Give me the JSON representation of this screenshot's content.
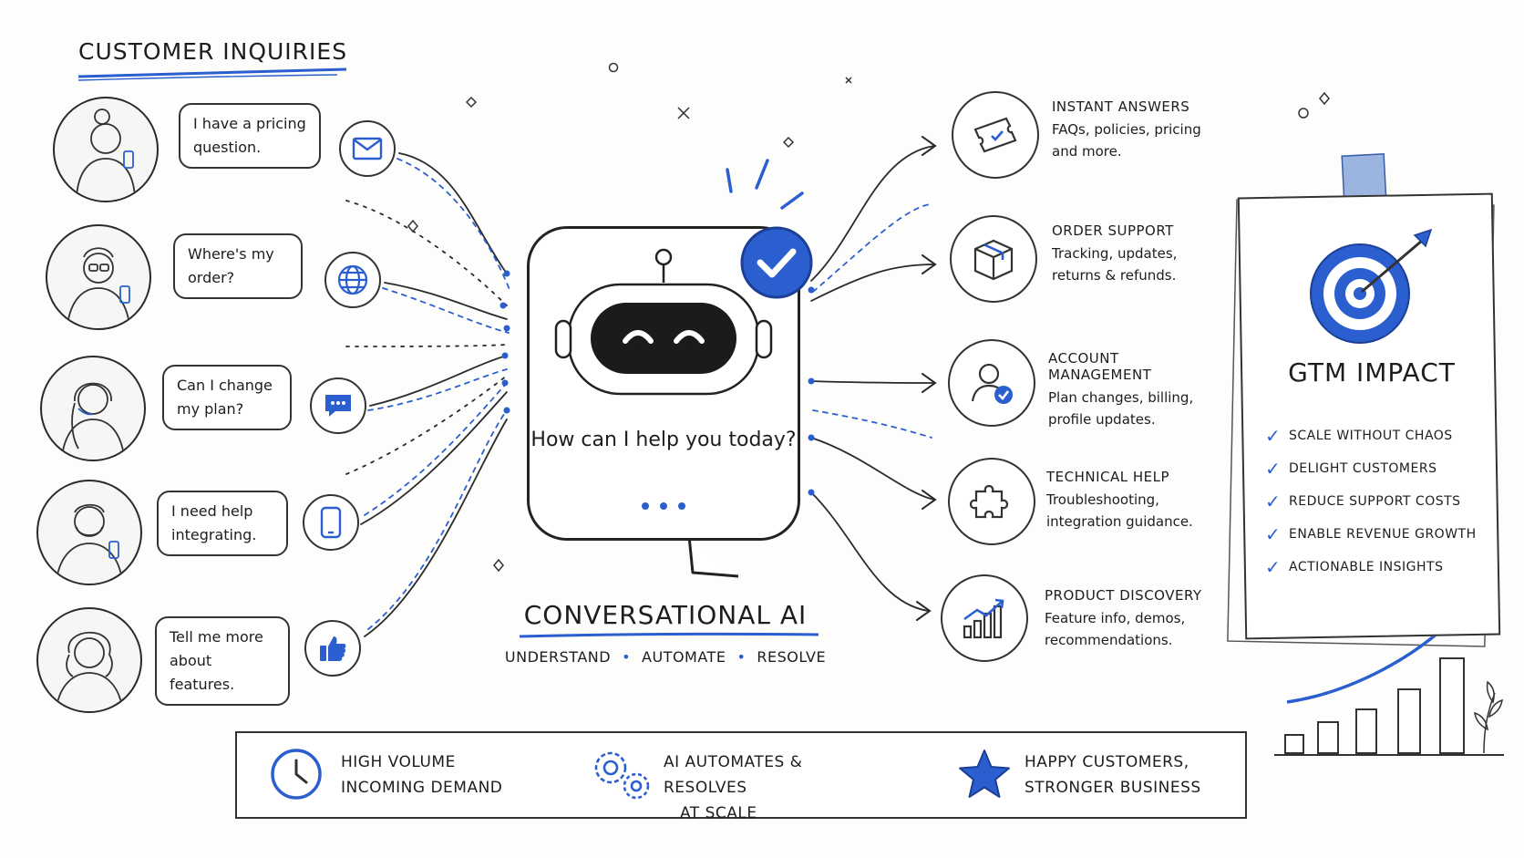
{
  "section_title": "Customer Inquiries",
  "inquiries": [
    {
      "text": "I have a pricing question.",
      "channel_icon": "mail-icon"
    },
    {
      "text": "Where's my order?",
      "channel_icon": "globe-icon"
    },
    {
      "text": "Can I change my plan?",
      "channel_icon": "chat-icon"
    },
    {
      "text": "I need help integrating.",
      "channel_icon": "phone-icon"
    },
    {
      "text": "Tell me more about features.",
      "channel_icon": "thumbs-up-icon"
    }
  ],
  "center": {
    "bot_question": "How can I help you today?",
    "title": "Conversational AI",
    "sub1": "Understand",
    "sub2": "Automate",
    "sub3": "Resolve"
  },
  "services": [
    {
      "title": "Instant Answers",
      "desc": "FAQs, policies, pricing and more.",
      "icon": "ticket-icon"
    },
    {
      "title": "Order Support",
      "desc": "Tracking, updates, returns & refunds.",
      "icon": "box-icon"
    },
    {
      "title": "Account Management",
      "desc": "Plan changes, billing, profile updates.",
      "icon": "user-check-icon"
    },
    {
      "title": "Technical Help",
      "desc": "Troubleshooting, integration guidance.",
      "icon": "puzzle-icon"
    },
    {
      "title": "Product Discovery",
      "desc": "Feature info, demos, recommendations.",
      "icon": "bar-chart-icon"
    }
  ],
  "gtm": {
    "title": "GTM Impact",
    "items": [
      "Scale without chaos",
      "Delight customers",
      "Reduce support costs",
      "Enable revenue growth",
      "Actionable insights"
    ]
  },
  "flow": [
    {
      "line1": "High volume",
      "line2": "incoming demand",
      "icon": "clock-icon"
    },
    {
      "line1": "AI automates & resolves",
      "line2": "at scale",
      "icon": "gears-icon"
    },
    {
      "line1": "Happy customers,",
      "line2": "stronger business",
      "icon": "star-icon"
    }
  ],
  "colors": {
    "accent": "#2b5fcf",
    "ink": "#1d1d1f"
  }
}
